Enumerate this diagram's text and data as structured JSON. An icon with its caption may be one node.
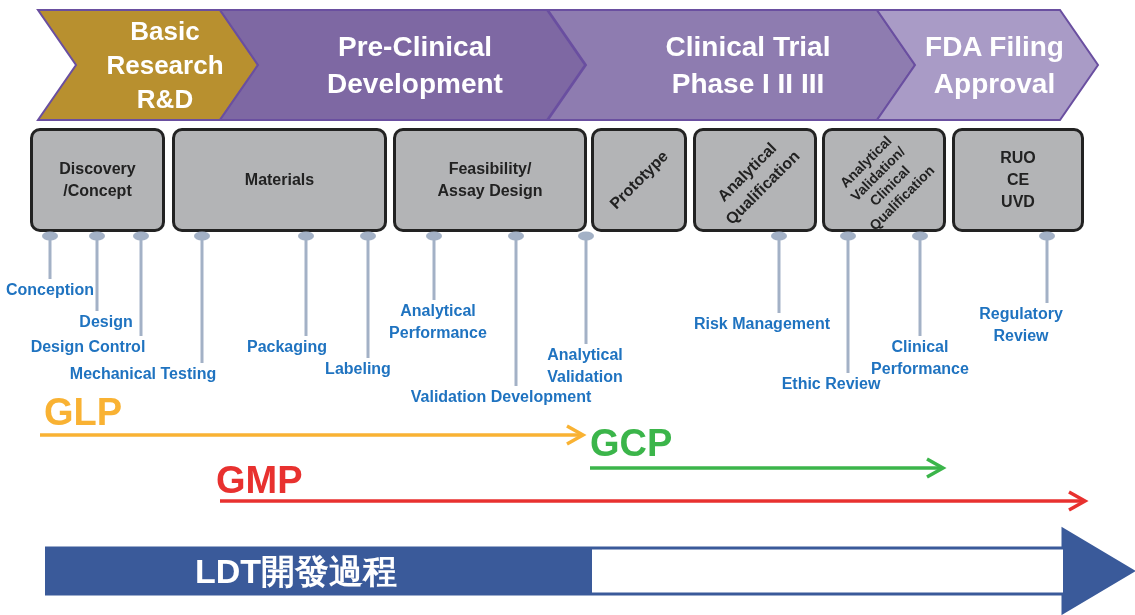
{
  "diagram": {
    "nodes": [
      {
        "text": [
          "Basic Research R&D"
        ]
      },
      {
        "text": [
          "Pre-Clinical Development"
        ]
      },
      {
        "text": [
          "Clinical Trial Phase I II III"
        ]
      },
      {
        "text": [
          "FDA Filing Approval"
        ]
      },
      {
        "text": [
          "Discovery /Concept"
        ]
      },
      {
        "text": [
          "Materials"
        ]
      },
      {
        "text": [
          "Feasibility/ Assay Design"
        ]
      },
      {
        "text": [
          "Prototype"
        ]
      },
      {
        "text": [
          "Analytical Qualification"
        ]
      },
      {
        "text": [
          "Analytical Validation/ Clinical Qualification"
        ]
      },
      {
        "text": [
          "RUO CE UVD"
        ]
      },
      {
        "text": [
          "Conception"
        ]
      },
      {
        "text": [
          "Design"
        ]
      },
      {
        "text": [
          "Design Control"
        ]
      },
      {
        "text": [
          "Mechanical Testing"
        ]
      },
      {
        "text": [
          "Packaging"
        ]
      },
      {
        "text": [
          "Labeling"
        ]
      },
      {
        "text": [
          "Analytical Performance"
        ]
      },
      {
        "text": [
          "Validation Development"
        ]
      },
      {
        "text": [
          "Analytical Validation"
        ]
      },
      {
        "text": [
          "Risk Management"
        ]
      },
      {
        "text": [
          "Ethic Review"
        ]
      },
      {
        "text": [
          "Clinical Performance"
        ]
      },
      {
        "text": [
          "Regulatory Review"
        ]
      },
      {
        "text": [
          "LDT開發過程"
        ]
      }
    ],
    "edges": [
      {
        "from": 11,
        "to": 4,
        "arrow": "other"
      },
      {
        "from": 12,
        "to": 4,
        "arrow": "other"
      },
      {
        "from": 13,
        "to": 4,
        "arrow": "other"
      },
      {
        "from": 14,
        "to": 5,
        "arrow": "other"
      },
      {
        "from": 15,
        "to": 5,
        "arrow": "other"
      },
      {
        "from": 16,
        "to": 5,
        "arrow": "other"
      },
      {
        "from": 17,
        "to": 6,
        "arrow": "other"
      },
      {
        "from": 18,
        "to": 6,
        "arrow": "other"
      },
      {
        "from": 19,
        "to": 7,
        "arrow": "other"
      },
      {
        "from": 20,
        "to": 8,
        "arrow": "other"
      },
      {
        "from": 21,
        "to": 9,
        "arrow": "other"
      },
      {
        "from": 22,
        "to": 9,
        "arrow": "other"
      },
      {
        "from": 23,
        "to": 10,
        "arrow": "other"
      }
    ],
    "labels": [
      "GLP",
      "GCP",
      "GMP"
    ]
  }
}
